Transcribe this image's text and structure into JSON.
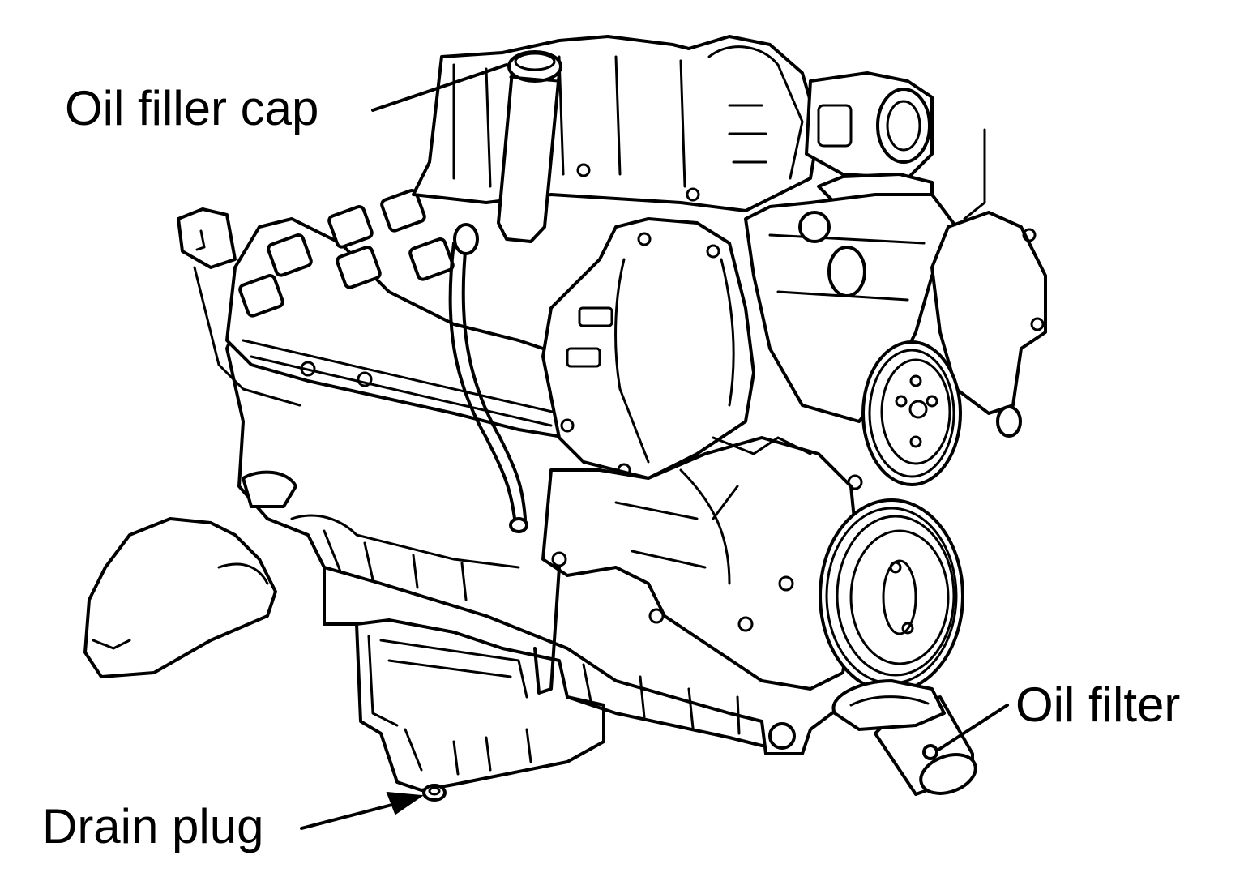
{
  "figure": {
    "labels": {
      "oil_filler_cap": "Oil filler cap",
      "oil_filter": "Oil filter",
      "drain_plug": "Drain plug"
    },
    "colors": {
      "line": "#000000",
      "background": "#ffffff"
    },
    "subject": "engine-line-drawing"
  }
}
